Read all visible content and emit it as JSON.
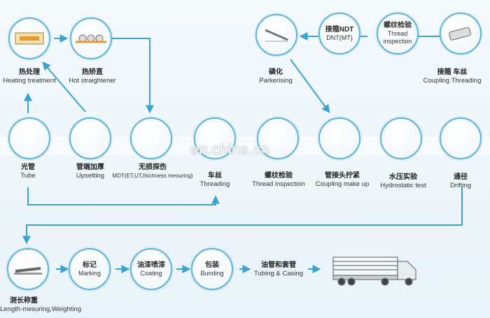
{
  "steps": {
    "heating": {
      "cn": "热处理",
      "en": "Heating treatment"
    },
    "straightener": {
      "cn": "热矫直",
      "en": "Hot straightener"
    },
    "parkerising": {
      "cn": "磷化",
      "en": "Parkerising"
    },
    "coupling_ndt": {
      "cn": "接箍NDT",
      "en": "DNT(MT)"
    },
    "thread_inspection_top": {
      "cn": "螺纹检验",
      "en1": "Thread",
      "en2": "inspection"
    },
    "coupling_threading": {
      "cn": "接箍   车丝",
      "en": "Coupling  Threading"
    },
    "tube": {
      "cn": "光管",
      "en": "Tube"
    },
    "upsetting": {
      "cn": "管端加厚",
      "en": "Upsetting"
    },
    "ndt": {
      "cn": "无损探伤",
      "en": "MDT(ET,UT,thichness mesuring)"
    },
    "threading": {
      "cn": "车丝",
      "en": "Threading"
    },
    "thread_inspection": {
      "cn": "螺纹检验",
      "en": "Thread inspection"
    },
    "coupling_make_up": {
      "cn": "管接头拧紧",
      "en": "Coupling make up"
    },
    "hydrostatic": {
      "cn": "水压实验",
      "en": "Hydrostatic test"
    },
    "drifting": {
      "cn": "通径",
      "en": "Drifting"
    },
    "length": {
      "cn": "测长称重",
      "en": "Length-mesuring,Weighting"
    },
    "marking": {
      "cn": "标记",
      "en": "Marking"
    },
    "coating": {
      "cn": "油漆喷漆",
      "en": "Coating"
    },
    "bunding": {
      "cn": "包装",
      "en": "Bunding"
    },
    "tubing": {
      "cn": "油管和套管",
      "en": "Tubing & Casing"
    }
  },
  "watermark": "en.china.cn",
  "colors": {
    "arrow": "#3aa3d0",
    "ring": "#5db6d9"
  }
}
